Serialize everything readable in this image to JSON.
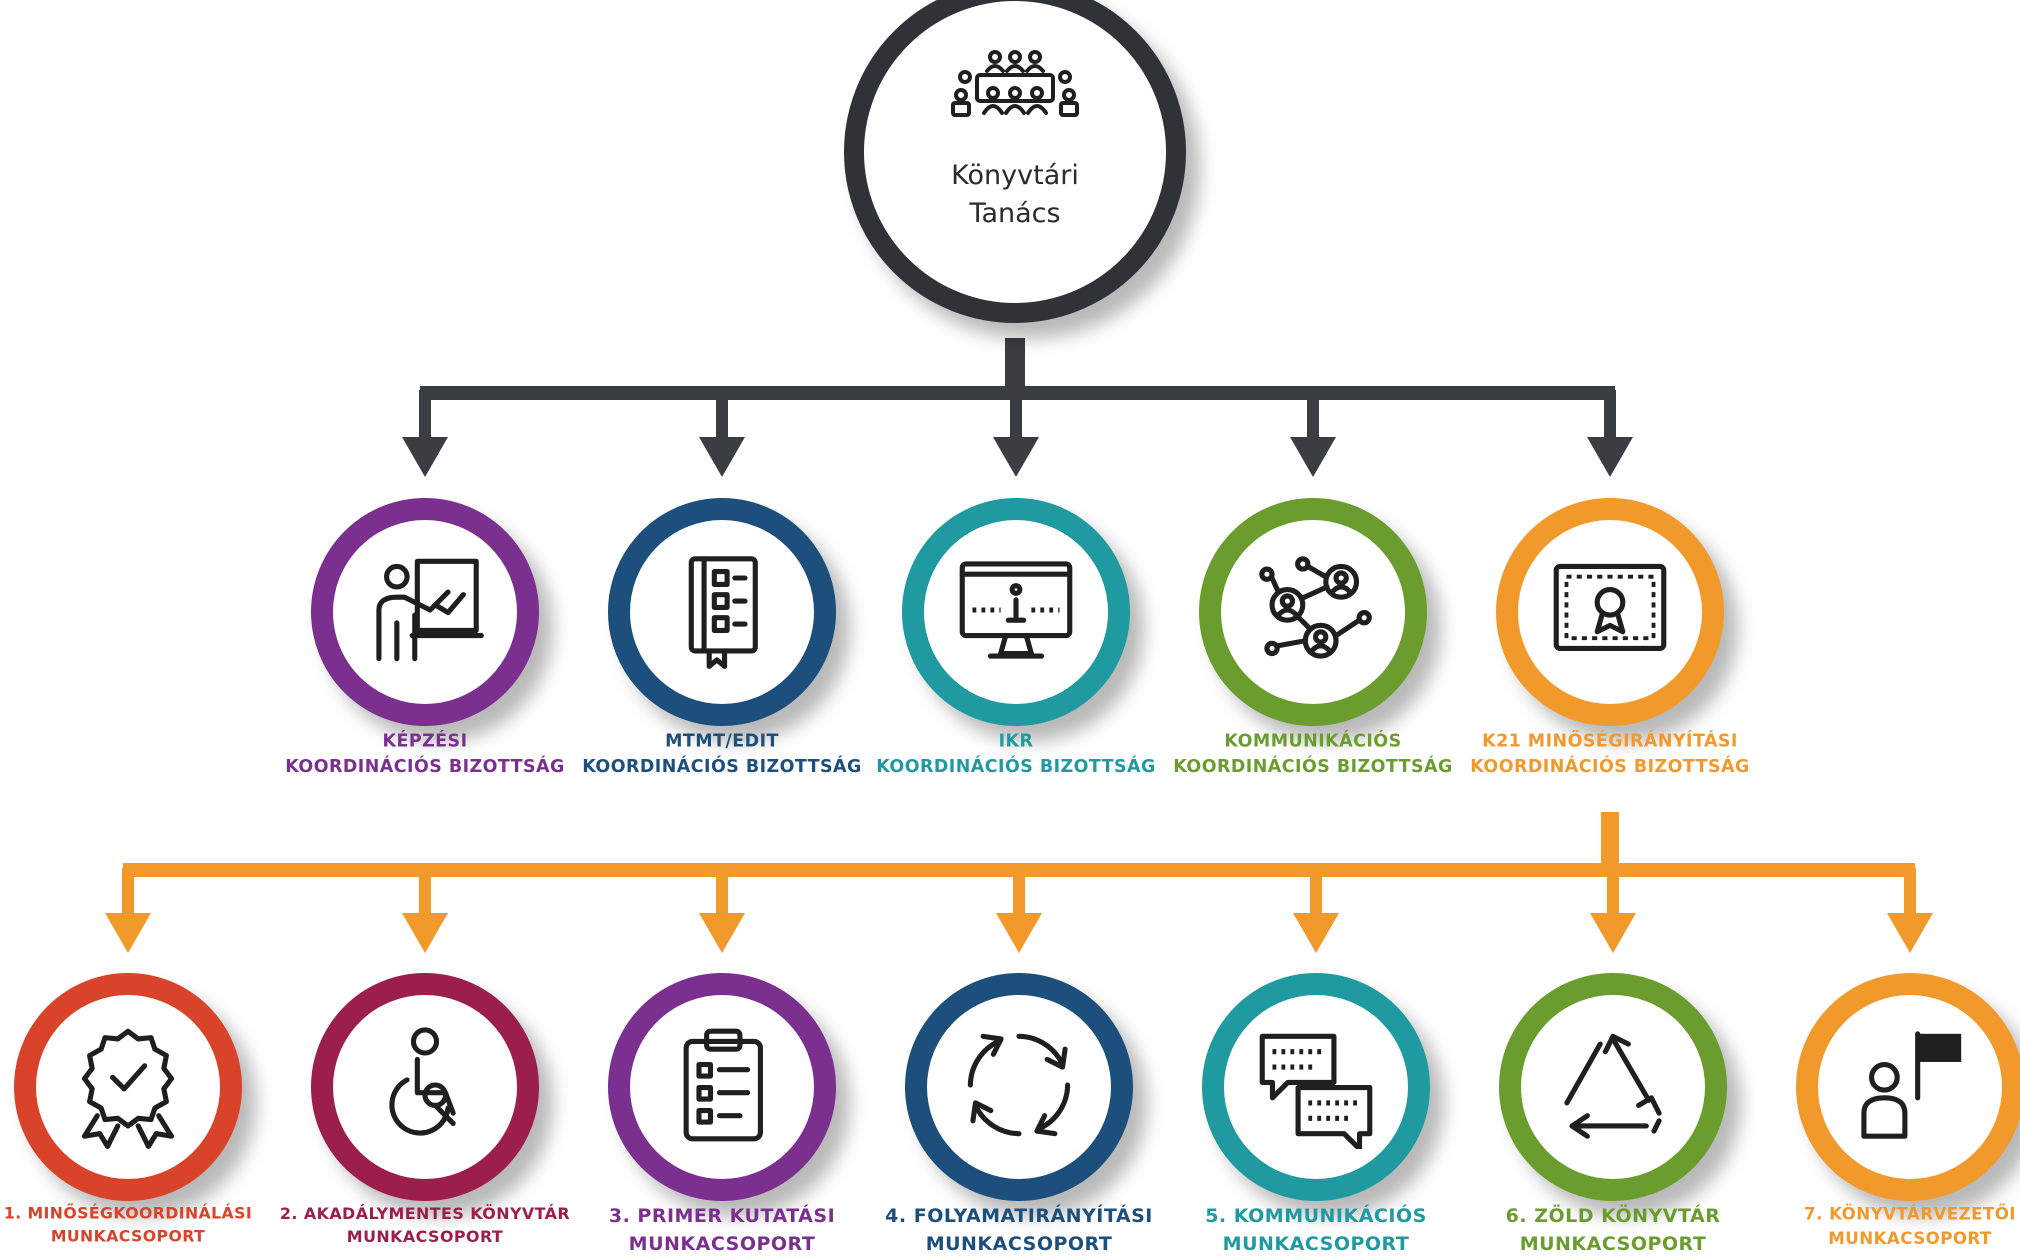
{
  "root": {
    "line1": "Könyvtári",
    "line2": "Tanács",
    "icon": "meeting-table-icon",
    "color": "#2f3237"
  },
  "arrow_colors": {
    "top": "#3a3d42",
    "bottom": "#f1992b"
  },
  "committees": [
    {
      "line1": "KÉPZÉSI",
      "line2": "KOORDINÁCIÓS BIZOTTSÁG",
      "color": "#7b2f8e",
      "icon": "teacher-board-icon"
    },
    {
      "line1": "MTMT/EDIT",
      "line2": "KOORDINÁCIÓS BIZOTTSÁG",
      "color": "#1c4f7c",
      "icon": "book-checklist-icon"
    },
    {
      "line1": "IKR",
      "line2": "KOORDINÁCIÓS BIZOTTSÁG",
      "color": "#1e9aa0",
      "icon": "monitor-info-icon"
    },
    {
      "line1": "KOMMUNIKÁCIÓS",
      "line2": "KOORDINÁCIÓS BIZOTTSÁG",
      "color": "#6a9d2e",
      "icon": "network-people-icon"
    },
    {
      "line1": "K21 MINŐSÉGIRÁNYÍTÁSI",
      "line2": "KOORDINÁCIÓS BIZOTTSÁG",
      "color": "#f1992b",
      "icon": "certificate-icon"
    }
  ],
  "workgroups": [
    {
      "line1": "1. MINŐSÉGKOORDINÁLÁSI",
      "line2": "MUNKACSOPORT",
      "color": "#d9432a",
      "icon": "quality-badge-icon"
    },
    {
      "line1": "2. AKADÁLYMENTES KÖNYVTÁR",
      "line2": "MUNKACSOPORT",
      "color": "#9c1f4b",
      "icon": "wheelchair-icon"
    },
    {
      "line1": "3. PRIMER KUTATÁSI",
      "line2": "MUNKACSOPORT",
      "color": "#7b2f8e",
      "icon": "clipboard-icon"
    },
    {
      "line1": "4. FOLYAMATIRÁNYÍTÁSI",
      "line2": "MUNKACSOPORT",
      "color": "#1c4f7c",
      "icon": "cycle-arrows-icon"
    },
    {
      "line1": "5. KOMMUNIKÁCIÓS",
      "line2": "MUNKACSOPORT",
      "color": "#1e9aa0",
      "icon": "chat-bubbles-icon"
    },
    {
      "line1": "6. ZÖLD KÖNYVTÁR",
      "line2": "MUNKACSOPORT",
      "color": "#6a9d2e",
      "icon": "recycle-icon"
    },
    {
      "line1": "7. KÖNYVTÁRVEZETŐI",
      "line2": "MUNKACSOPORT",
      "color": "#f1992b",
      "icon": "leader-flag-icon"
    }
  ]
}
